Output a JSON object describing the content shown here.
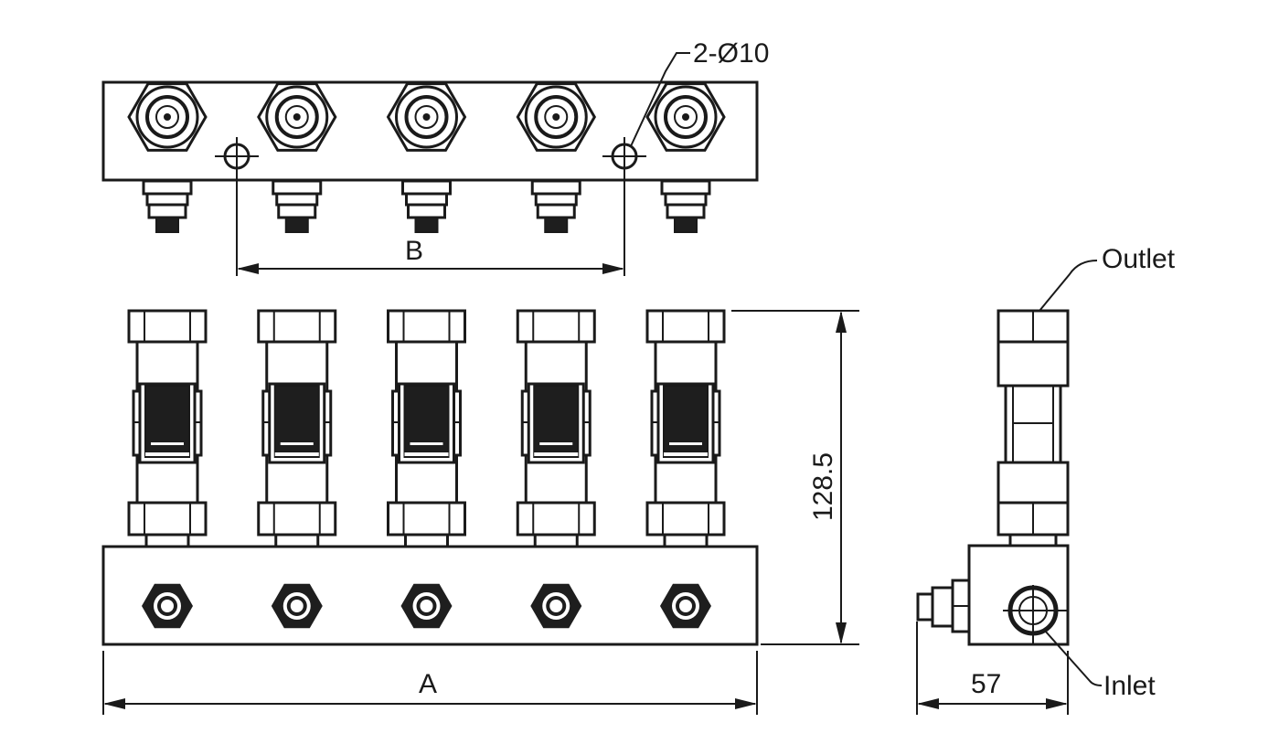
{
  "drawing": {
    "mounting_holes_label": "2-Ø10",
    "dim_b_label": "B",
    "dim_a_label": "A",
    "height_label": "128.5",
    "depth_label": "57",
    "outlet_label": "Outlet",
    "inlet_label": "Inlet",
    "flowmeter_count": 5
  }
}
